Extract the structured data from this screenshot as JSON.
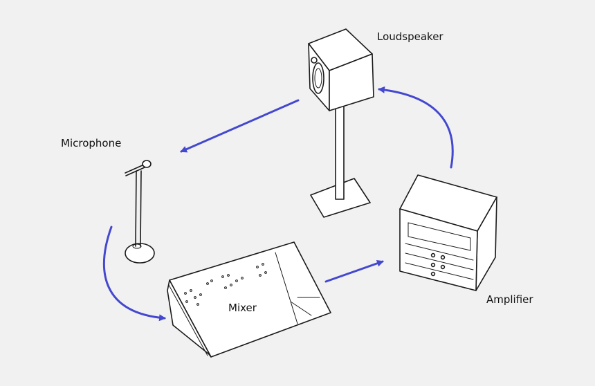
{
  "diagram": {
    "nodes": [
      {
        "id": "loudspeaker",
        "label": "Loudspeaker"
      },
      {
        "id": "microphone",
        "label": "Microphone"
      },
      {
        "id": "mixer",
        "label": "Mixer"
      },
      {
        "id": "amplifier",
        "label": "Amplifier"
      }
    ],
    "edges": [
      {
        "from": "microphone",
        "to": "mixer"
      },
      {
        "from": "mixer",
        "to": "amplifier"
      },
      {
        "from": "amplifier",
        "to": "loudspeaker"
      },
      {
        "from": "loudspeaker",
        "to": "microphone"
      }
    ],
    "colors": {
      "arrow": "#4448cf",
      "ink": "#1a1a1a",
      "background": "#f1f1f1"
    }
  }
}
